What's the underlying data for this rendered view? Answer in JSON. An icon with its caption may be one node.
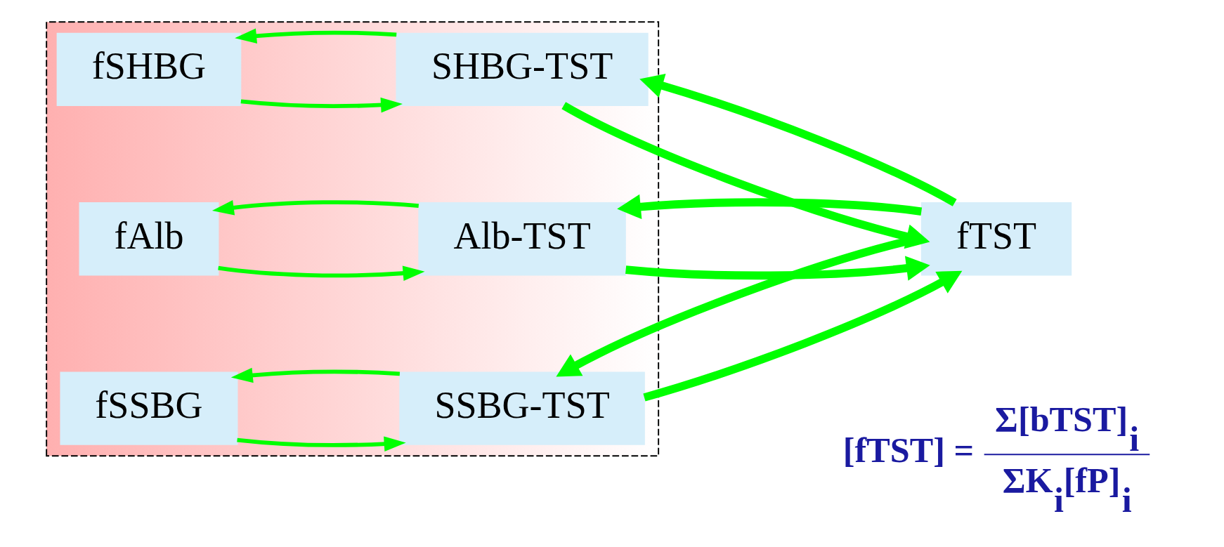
{
  "diagram": {
    "nodes": [
      {
        "text": [],
        "shape": "box"
      },
      {
        "text": [
          "fSHBG"
        ],
        "in": 0
      },
      {
        "text": [
          "SHBG-TST"
        ],
        "in": 0
      },
      {
        "text": [
          "fAlb"
        ],
        "in": 0
      },
      {
        "text": [
          "Alb-TST"
        ],
        "in": 0
      },
      {
        "text": [
          "fSSBG"
        ],
        "in": 0
      },
      {
        "text": [
          "SSBG-TST"
        ],
        "in": 0
      },
      {
        "text": [
          "fTST"
        ]
      }
    ],
    "edges": [
      {
        "from": 1,
        "to": 2,
        "arrow": "to"
      },
      {
        "from": 2,
        "to": 1,
        "arrow": "to"
      },
      {
        "from": 3,
        "to": 4,
        "arrow": "to"
      },
      {
        "from": 4,
        "to": 3,
        "arrow": "to"
      },
      {
        "from": 5,
        "to": 6,
        "arrow": "to"
      },
      {
        "from": 6,
        "to": 5,
        "arrow": "to"
      },
      {
        "from": 7,
        "to": 2,
        "arrow": "to",
        "style": "thick"
      },
      {
        "from": 2,
        "to": 7,
        "arrow": "to",
        "style": "thick"
      },
      {
        "from": 4,
        "to": 7,
        "arrow": "to",
        "style": "thick"
      },
      {
        "from": 7,
        "to": 4,
        "arrow": "to",
        "style": "thick"
      },
      {
        "from": 6,
        "to": 7,
        "arrow": "to",
        "style": "thick"
      },
      {
        "from": 7,
        "to": 6,
        "arrow": "to",
        "style": "thick"
      }
    ],
    "labels": [
      "[fTST] =",
      "Σ[bTST]$_{i}$",
      "ΣK$_{i}$[fP]$_{i}$"
    ]
  }
}
